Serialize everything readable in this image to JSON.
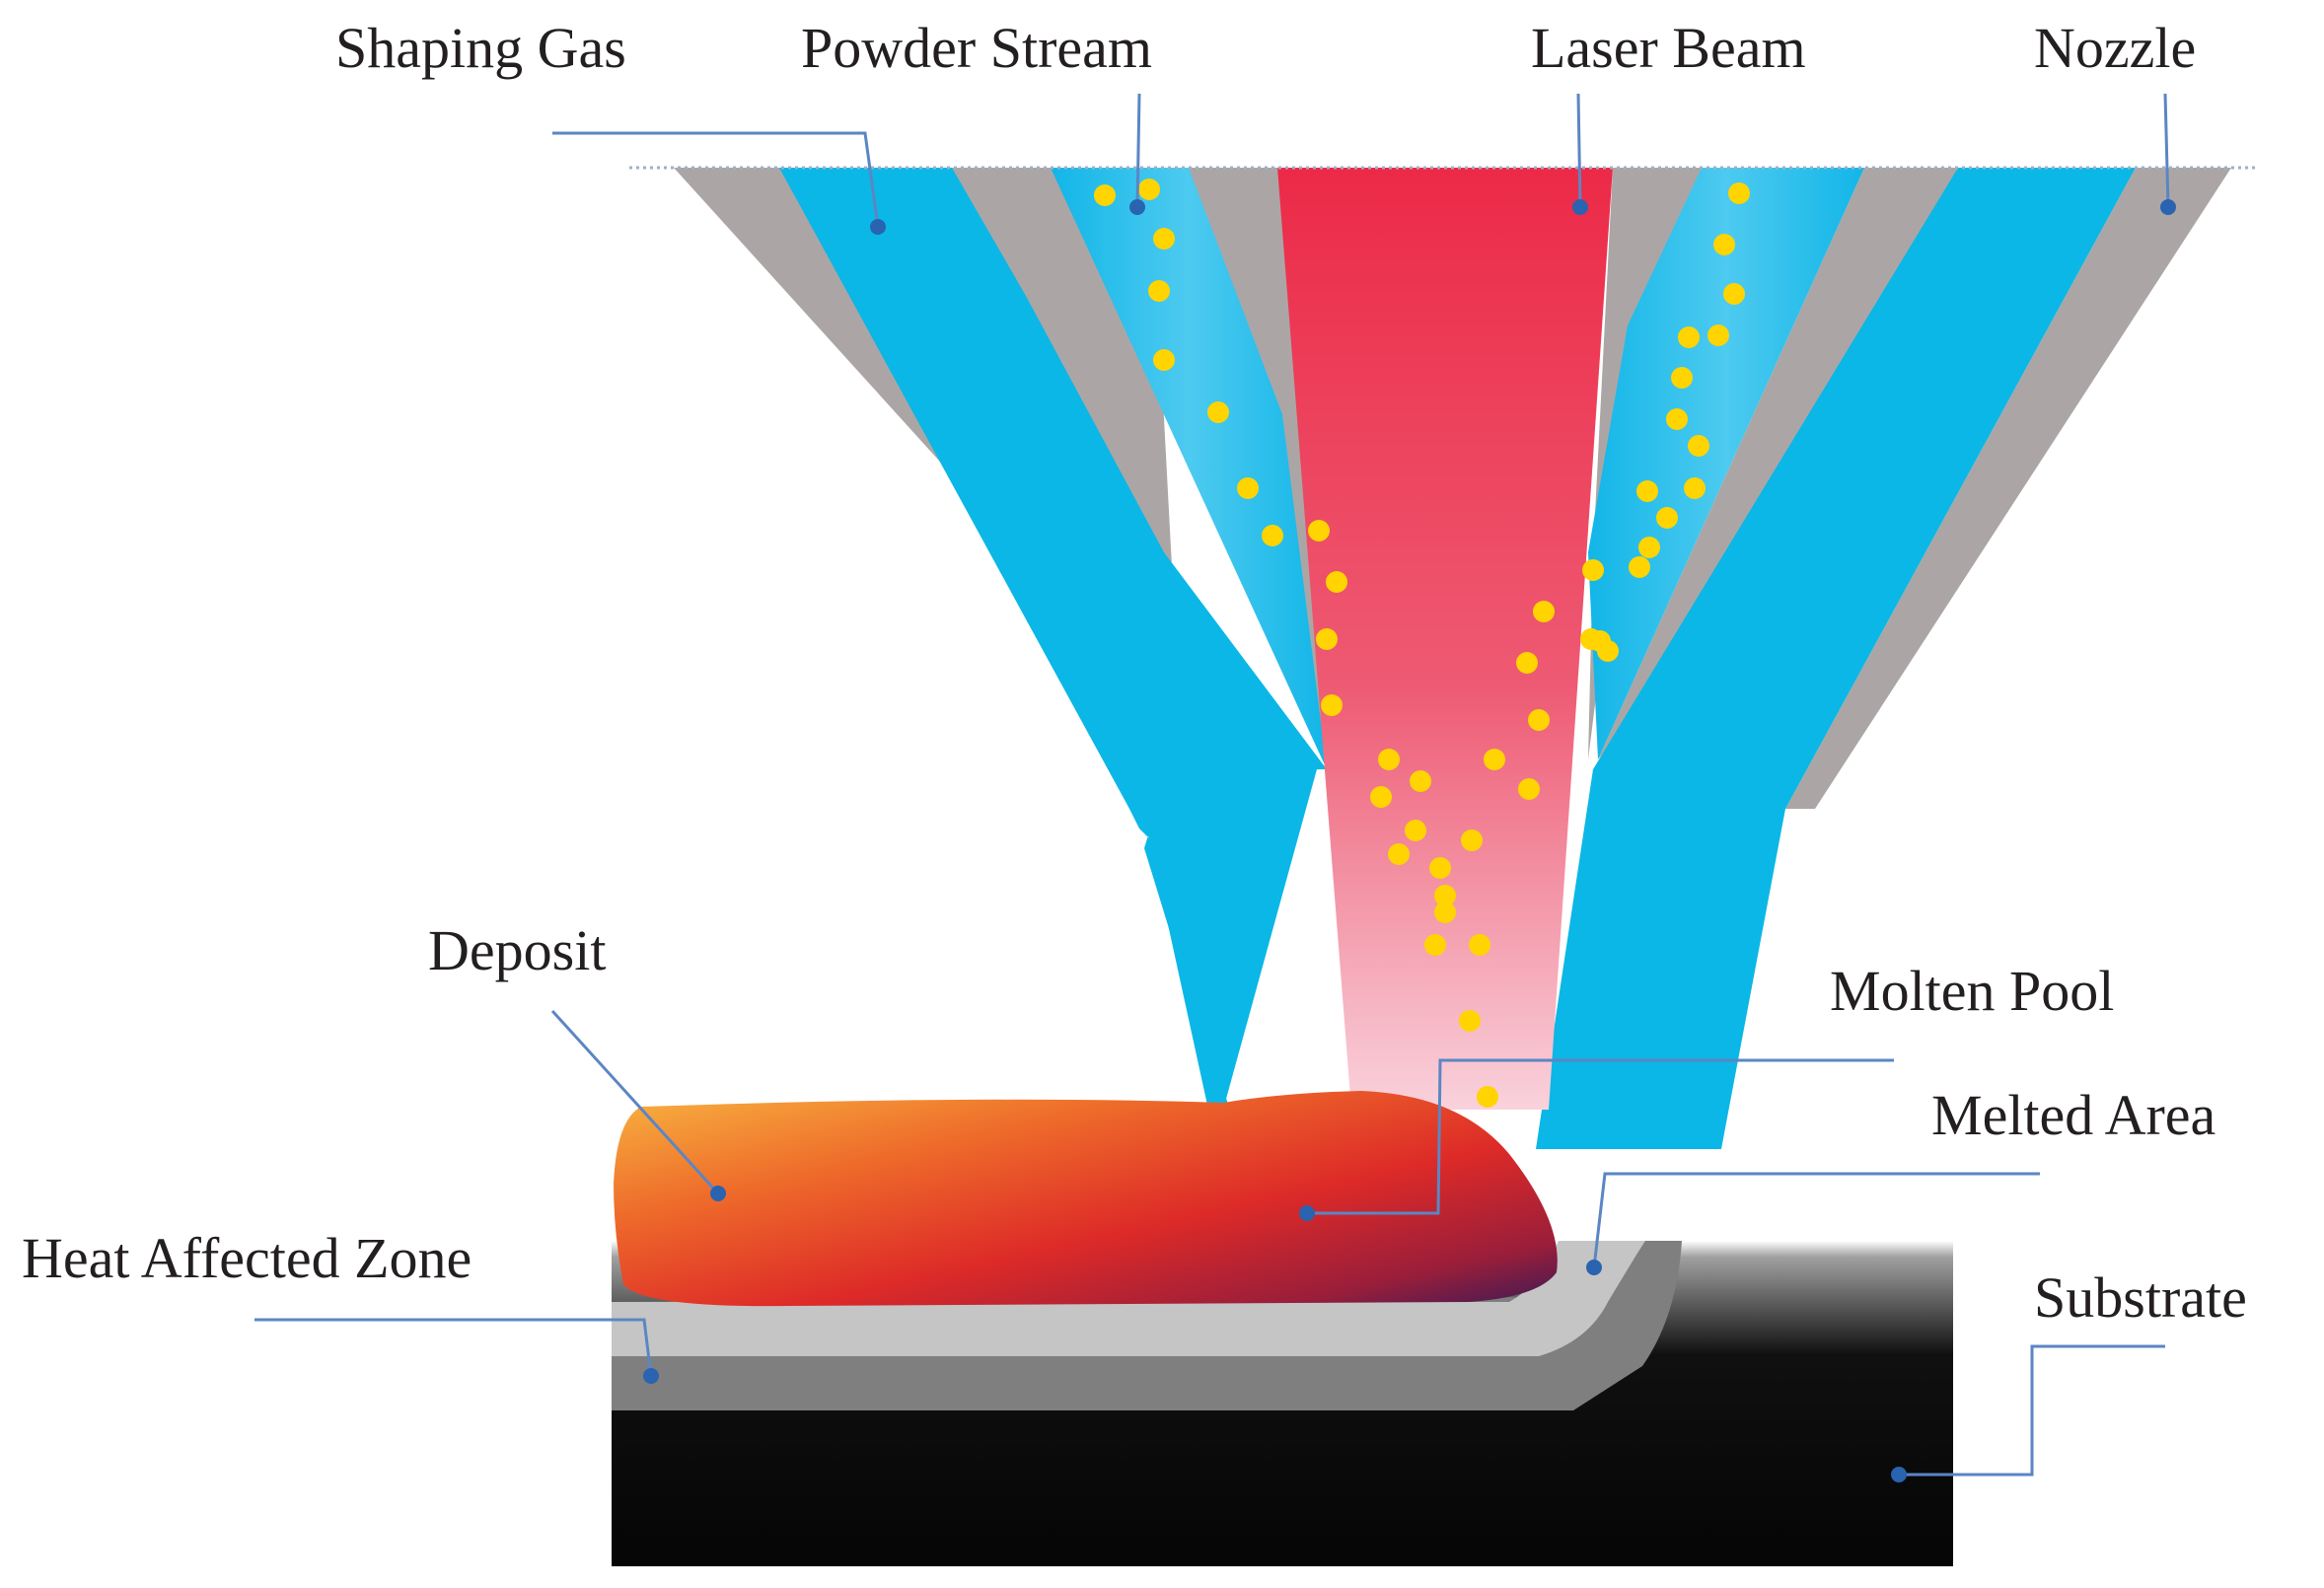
{
  "labels": {
    "shaping_gas": "Shaping Gas",
    "powder_stream": "Powder Stream",
    "laser_beam": "Laser Beam",
    "nozzle": "Nozzle",
    "deposit": "Deposit",
    "molten_pool": "Molten Pool",
    "melted_area": "Melted Area",
    "heat_affected_zone": "Heat Affected Zone",
    "substrate": "Substrate"
  },
  "colors": {
    "nozzle": "#aba6a5",
    "shaping_gas": "#0bb7e6",
    "laser_top": "#ec2a47",
    "laser_bottom": "#f7c8d4",
    "powder": "#ffd400",
    "deposit_light": "#f7a93c",
    "deposit_mid": "#e22b2a",
    "deposit_dark": "#4a1a55",
    "melted_area": "#c5c5c5",
    "heat_affected_zone": "#7f7f7f",
    "substrate": "#0a0a0a",
    "leader_line": "#5b86c4"
  }
}
